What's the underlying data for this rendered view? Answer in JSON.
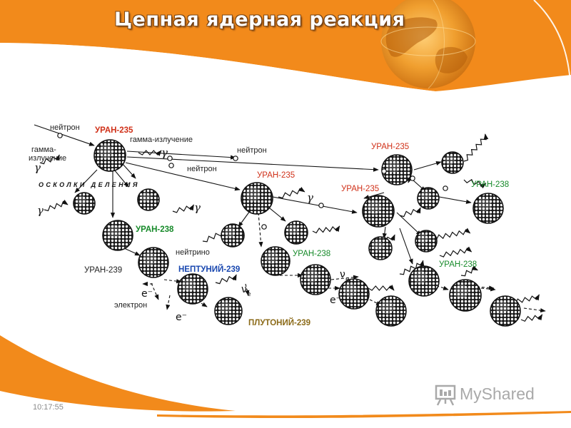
{
  "slide": {
    "title": "Цепная ядерная реакция",
    "time": "10:17:55",
    "brand": "MyShared"
  },
  "colors": {
    "orange": "#f28a1b",
    "red_label": "#d03018",
    "green_label": "#178a2a",
    "blue_label": "#1a48b0",
    "brown_label": "#8b6a18"
  },
  "labels": {
    "neutron": "нейтрон",
    "uranium235": "УРАН-235",
    "uranium238": "УРАН-238",
    "uranium239": "УРАН-239",
    "neptunium239": "НЕПТУНИЙ-239",
    "plutonium239": "ПЛУТОНИЙ-239",
    "gamma_radiation": "гамма-излучение",
    "gamma_line1": "гамма-",
    "gamma_line2": "излучение",
    "fission_fragments": "ОСКОЛКИ ДЕЛЕНИЯ",
    "neutrino": "нейтрино",
    "electron": "электрон",
    "gamma": "γ",
    "electron_symbol": "e⁻",
    "neutrino_symbol": "ν",
    "neutrino_sub": "e"
  }
}
